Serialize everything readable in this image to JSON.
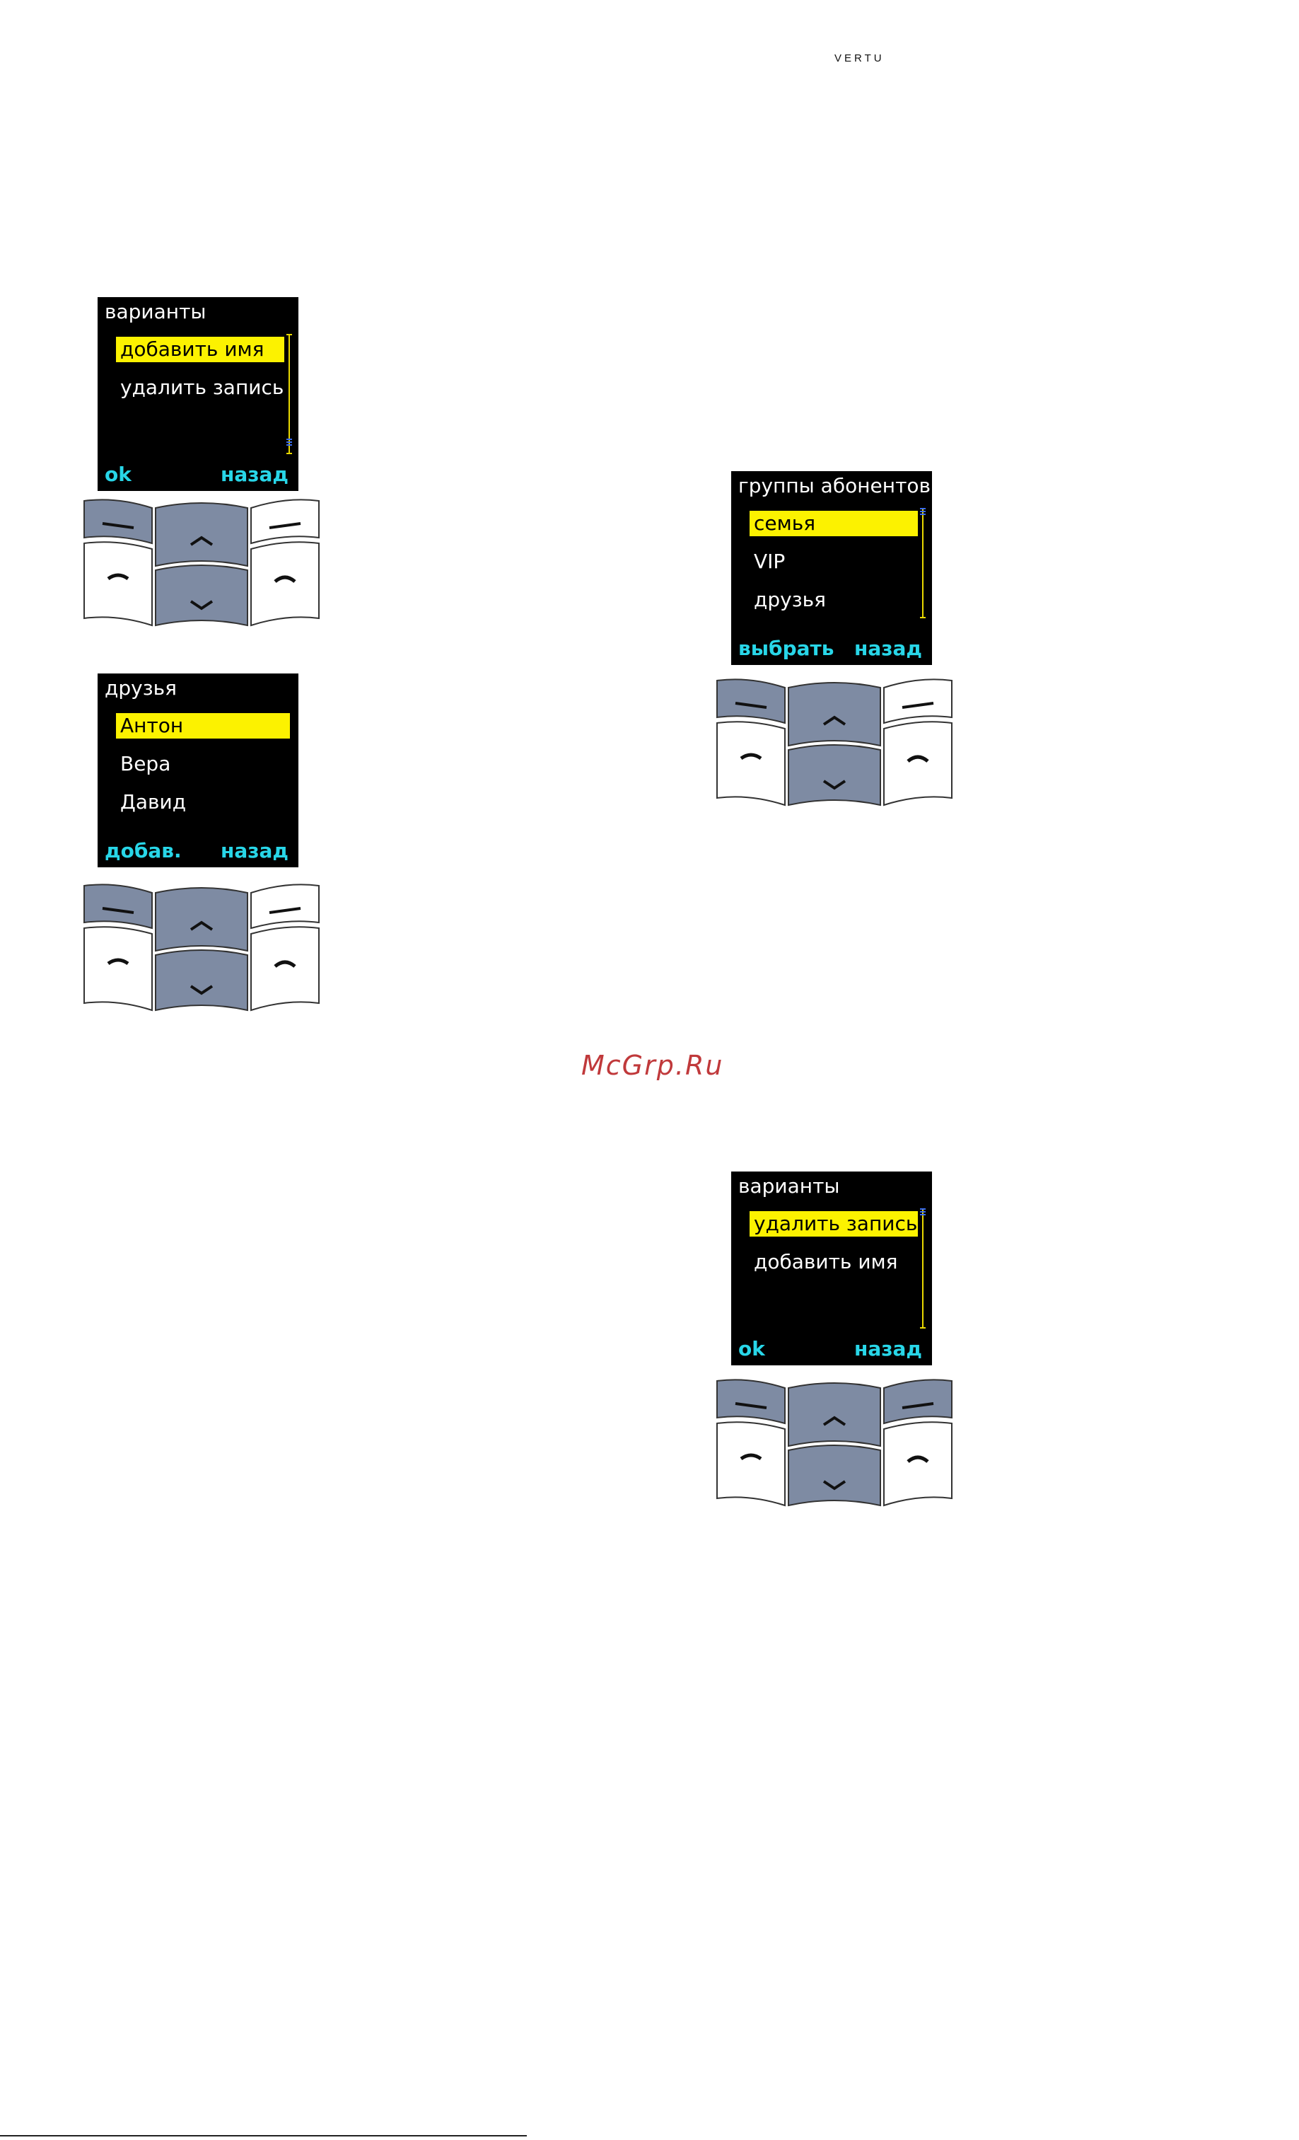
{
  "header": {
    "brand": "VERTU"
  },
  "watermark": "McGrp.Ru",
  "colors": {
    "screen_bg": "#000000",
    "highlight": "#fcf200",
    "softkey": "#28d6e8",
    "key_active": "#7e8ba3",
    "key_inactive": "#ffffff"
  },
  "screens": [
    {
      "title": "варианты",
      "items": [
        "добавить имя",
        "удалить запись"
      ],
      "selected": 0,
      "left_softkey": "ok",
      "right_softkey": "назад",
      "keypad_highlight": "left-softkey-and-nav"
    },
    {
      "title": "группы абонентов",
      "items": [
        "семья",
        "VIP",
        "друзья"
      ],
      "selected": 0,
      "left_softkey": "выбрать",
      "right_softkey": "назад",
      "keypad_highlight": "left-softkey-and-nav"
    },
    {
      "title": "друзья",
      "items": [
        "Антон",
        "Вера",
        "Давид"
      ],
      "selected": 0,
      "left_softkey": "добав.",
      "right_softkey": "назад",
      "keypad_highlight": "left-softkey-and-nav"
    },
    {
      "title": "варианты",
      "items": [
        "удалить запись",
        "добавить имя"
      ],
      "selected": 0,
      "left_softkey": "ok",
      "right_softkey": "назад",
      "keypad_highlight": "both-softkeys-and-nav"
    }
  ]
}
